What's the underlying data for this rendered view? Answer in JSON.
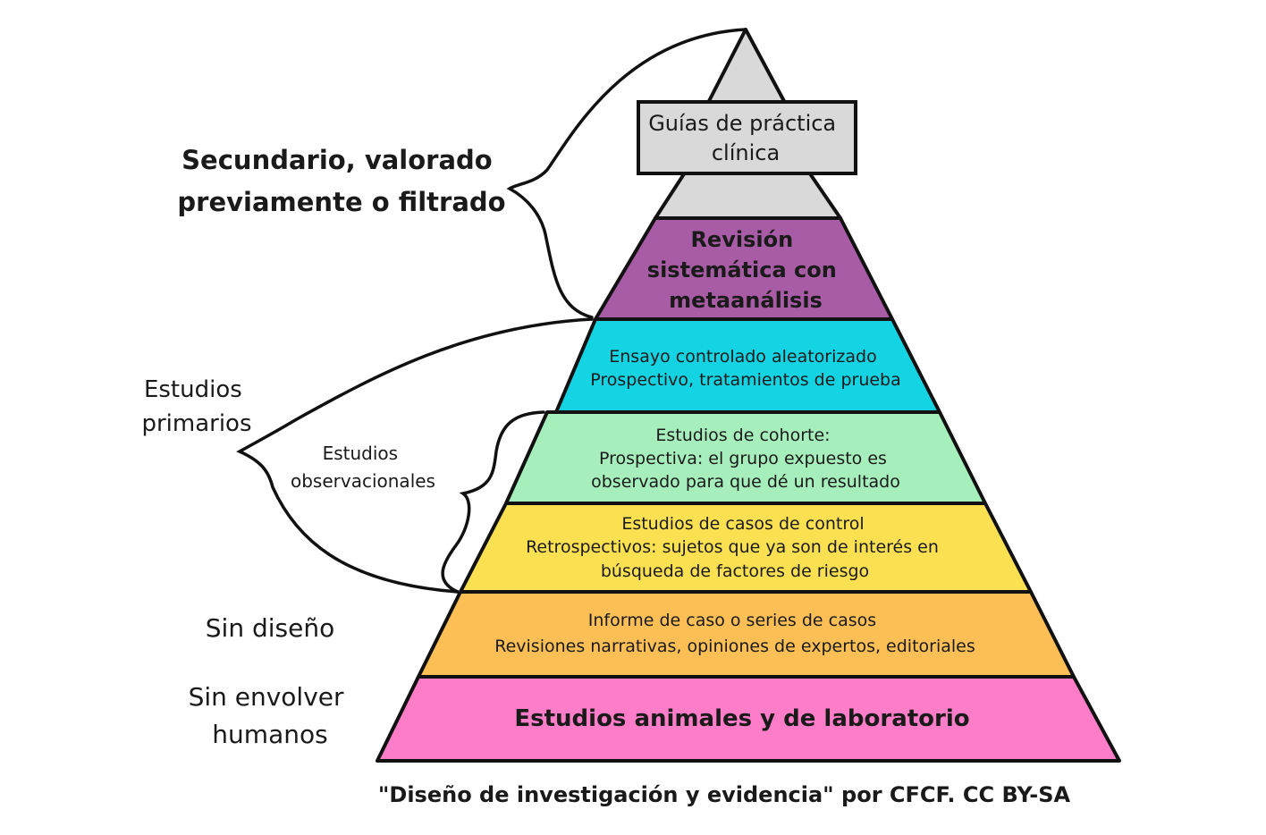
{
  "levels": {
    "guias": {
      "lines": [
        "Guías de práctica",
        "clínica"
      ],
      "color": "#d9d9d9"
    },
    "revision": {
      "lines": [
        "Revisión",
        "sistemática con",
        "metaanálisis"
      ],
      "color": "#a95ca6"
    },
    "ensayo": {
      "lines": [
        "Ensayo controlado aleatorizado",
        "Prospectivo, tratamientos de prueba"
      ],
      "color": "#14d3e3"
    },
    "cohorte": {
      "lines": [
        "Estudios de cohorte:",
        "Prospectiva: el grupo expuesto es",
        "observado para que dé un resultado"
      ],
      "color": "#a6efbd"
    },
    "casos_control": {
      "lines": [
        "Estudios de casos de control",
        "Retrospectivos: sujetos que ya son de interés en",
        "búsqueda de factores de riesgo"
      ],
      "color": "#fbe151"
    },
    "informe": {
      "lines": [
        "Informe de caso o series de casos",
        "Revisiones narrativas, opiniones de expertos, editoriales"
      ],
      "color": "#fbbf55"
    },
    "animales": {
      "lines": [
        "Estudios animales y de laboratorio"
      ],
      "color": "#fd7dc8"
    }
  },
  "side_labels": {
    "secundario": [
      "Secundario, valorado",
      "previamente o filtrado"
    ],
    "primarios": [
      "Estudios",
      "primarios"
    ],
    "observacionales": [
      "Estudios",
      "observacionales"
    ],
    "sin_diseno": [
      "Sin diseño"
    ],
    "sin_humanos": [
      "Sin envolver",
      "humanos"
    ]
  },
  "caption": "\"Diseño de investigación y evidencia\" por CFCF. CC BY-SA"
}
